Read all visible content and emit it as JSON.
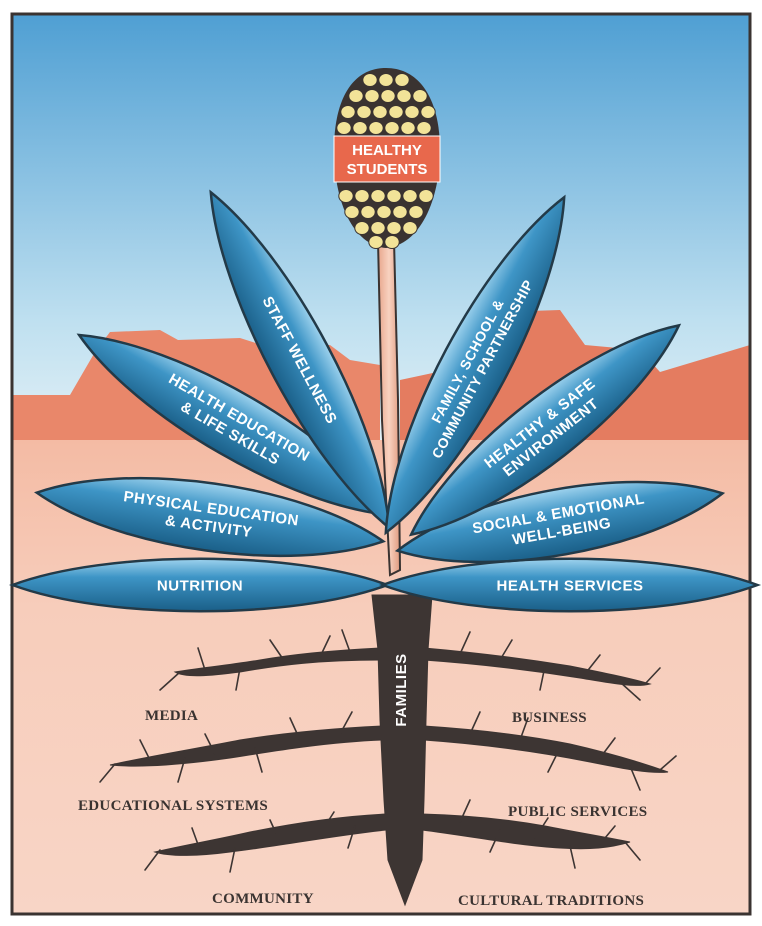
{
  "center": {
    "flower_label_line1": "HEALTHY",
    "flower_label_line2": "STUDENTS",
    "trunk_label": "FAMILIES"
  },
  "leaves": [
    {
      "id": "nutrition",
      "lines": [
        "NUTRITION"
      ]
    },
    {
      "id": "health-services",
      "lines": [
        "HEALTH SERVICES"
      ]
    },
    {
      "id": "physical-education",
      "lines": [
        "PHYSICAL EDUCATION",
        "& ACTIVITY"
      ]
    },
    {
      "id": "social-emotional",
      "lines": [
        "SOCIAL & EMOTIONAL",
        "WELL-BEING"
      ]
    },
    {
      "id": "health-education",
      "lines": [
        "HEALTH EDUCATION",
        "& LIFE SKILLS"
      ]
    },
    {
      "id": "healthy-safe-environment",
      "lines": [
        "HEALTHY & SAFE",
        "ENVIRONMENT"
      ]
    },
    {
      "id": "staff-wellness",
      "lines": [
        "STAFF WELLNESS"
      ]
    },
    {
      "id": "family-school-community",
      "lines": [
        "FAMILY, SCHOOL &",
        "COMMUNITY PARTNERSHIP"
      ]
    }
  ],
  "roots": [
    {
      "id": "media",
      "label": "MEDIA"
    },
    {
      "id": "business",
      "label": "BUSINESS"
    },
    {
      "id": "educational-systems",
      "label": "EDUCATIONAL SYSTEMS"
    },
    {
      "id": "public-services",
      "label": "PUBLIC SERVICES"
    },
    {
      "id": "community",
      "label": "COMMUNITY"
    },
    {
      "id": "cultural-traditions",
      "label": "CULTURAL TRADITIONS"
    }
  ],
  "colors": {
    "sky_top": "#5aa6d6",
    "sky_bottom": "#d9ecf5",
    "mesa": "#e9876a",
    "ground": "#f6c9b6",
    "leaf_dark": "#1f6f9a",
    "leaf_light": "#7ec3e6",
    "root": "#3d3533",
    "stem": "#f0b8a0",
    "flower_label_bg": "#e8684c",
    "flower_cell": "#f4e69a"
  }
}
